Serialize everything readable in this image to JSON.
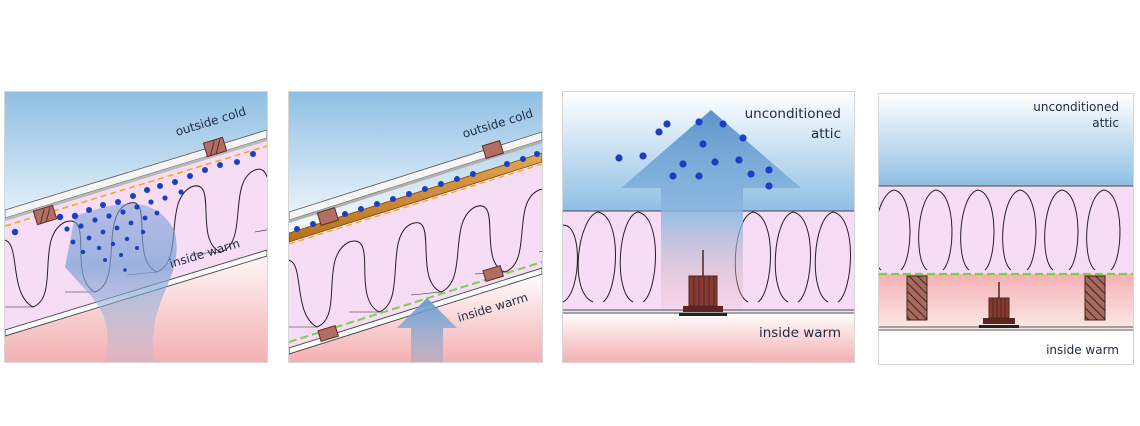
{
  "panels": [
    {
      "id": "p1",
      "labels": {
        "outside": "outside cold",
        "inside": "inside warm"
      }
    },
    {
      "id": "p2",
      "labels": {
        "outside": "outside cold",
        "inside": "inside warm"
      }
    },
    {
      "id": "p3",
      "labels": {
        "top_line1": "unconditioned",
        "top_line2": "attic",
        "inside": "inside warm"
      }
    },
    {
      "id": "p4",
      "labels": {
        "top_line1": "unconditioned",
        "top_line2": "attic",
        "inside": "inside warm"
      }
    }
  ],
  "colors": {
    "cold": "#9cc6e6",
    "warm": "#f4b6b8",
    "insulation": "#f6d9f4",
    "droplet": "#1a3fc4",
    "vapor_barrier": "#7ad04f",
    "air_gap": "#f2b21d"
  }
}
